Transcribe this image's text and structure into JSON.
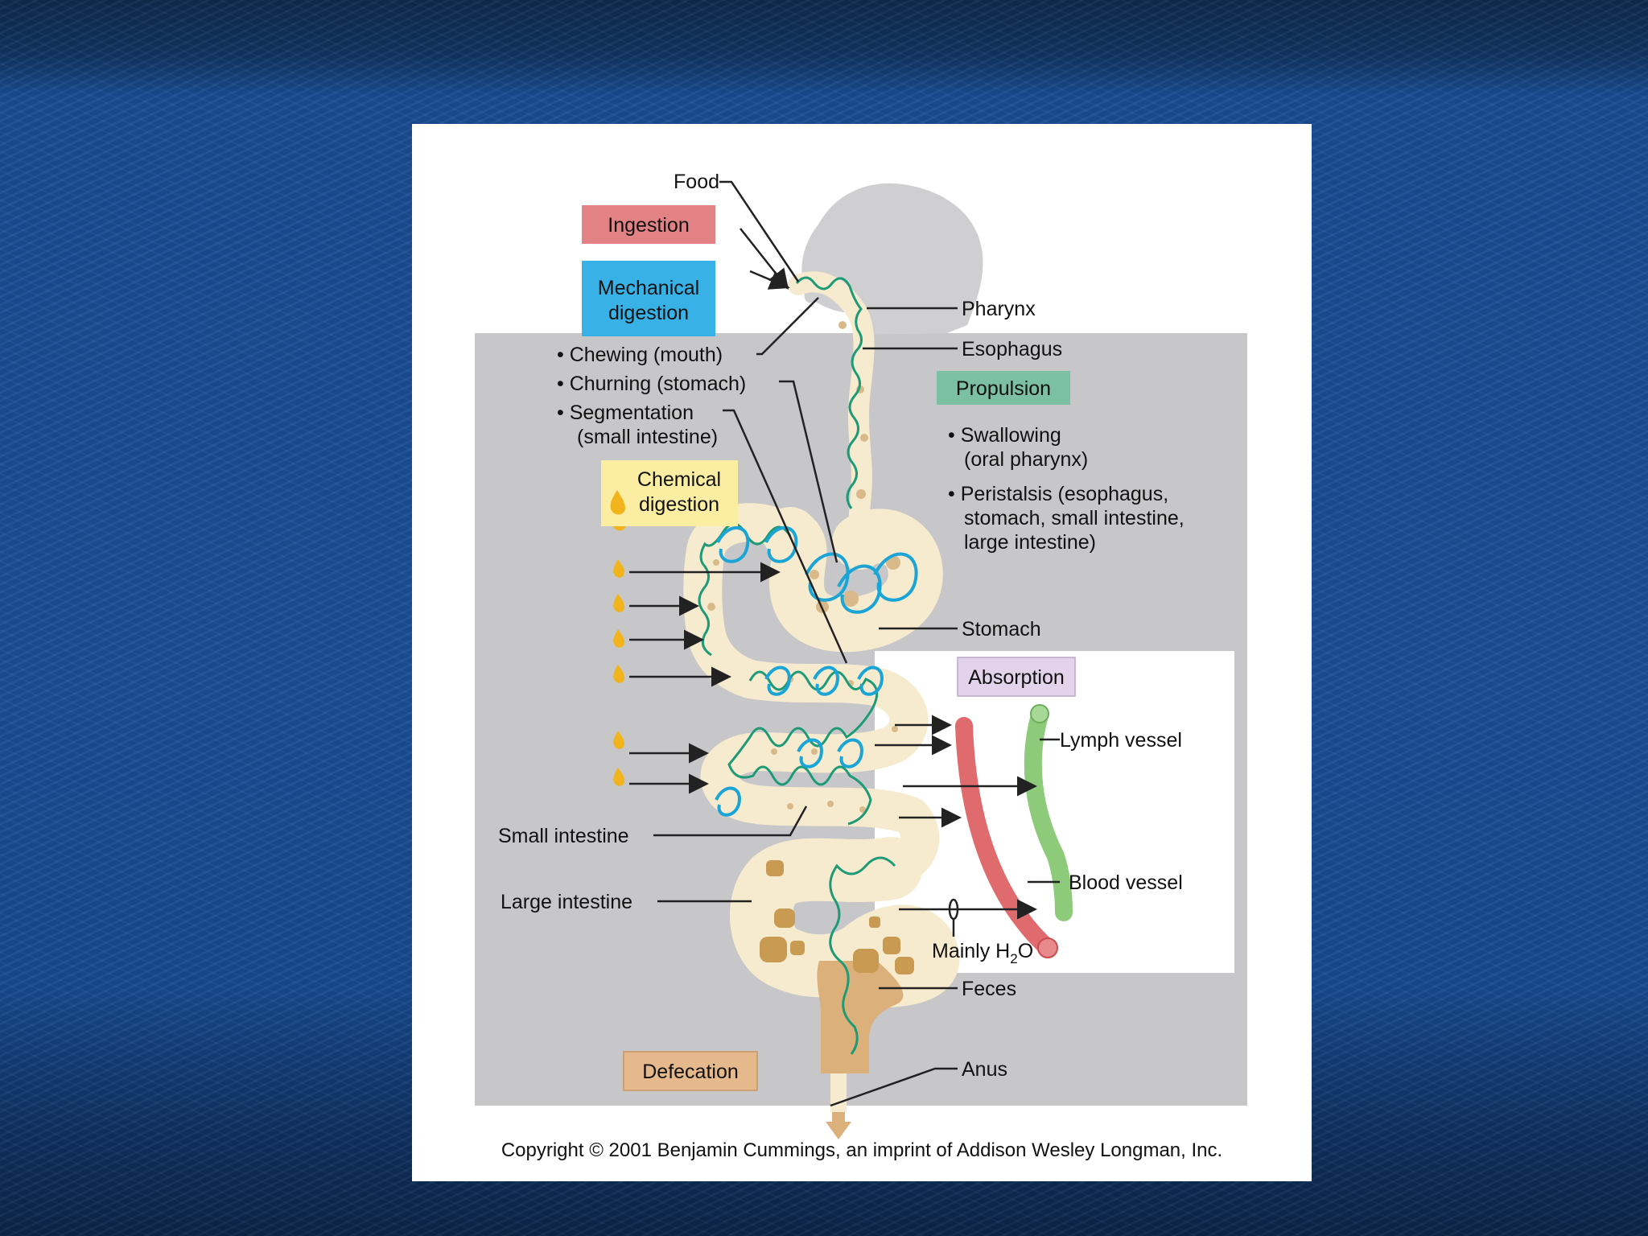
{
  "figure": {
    "food": "Food",
    "ingestion": "Ingestion",
    "mechanical_digestion": [
      "Mechanical",
      "digestion"
    ],
    "mechanical_items": [
      "• Chewing (mouth)",
      "• Churning (stomach)",
      "• Segmentation",
      "(small intestine)"
    ],
    "chemical_digestion": [
      "Chemical",
      "digestion"
    ],
    "pharynx": "Pharynx",
    "esophagus": "Esophagus",
    "propulsion": "Propulsion",
    "propulsion_items": [
      "• Swallowing",
      "(oral pharynx)",
      "• Peristalsis (esophagus,",
      "stomach, small intestine,",
      "large intestine)"
    ],
    "stomach": "Stomach",
    "absorption": "Absorption",
    "lymph_vessel": "Lymph vessel",
    "blood_vessel": "Blood vessel",
    "mainly_prefix": "Mainly H",
    "mainly_sub": "2",
    "mainly_suffix": "O",
    "small_intestine": "Small intestine",
    "large_intestine": "Large intestine",
    "feces": "Feces",
    "anus": "Anus",
    "defecation": "Defecation",
    "copyright": "Copyright © 2001 Benjamin Cummings, an imprint of Addison Wesley Longman, Inc."
  },
  "colors": {
    "ingestion": "#e38284",
    "mechanical": "#38b2e6",
    "chemical": "#fbeea2",
    "propulsion": "#7cc0a3",
    "absorption": "#e2d3ea",
    "defecation": "#e6b98d",
    "tract": "#f7ebcf",
    "wave": "#1e9a77",
    "churn": "#1ba5d6",
    "blood": "#e06b6f",
    "lymph": "#8dcb7b",
    "feces": "#dcb07a",
    "panel": "#c7c7c9"
  }
}
